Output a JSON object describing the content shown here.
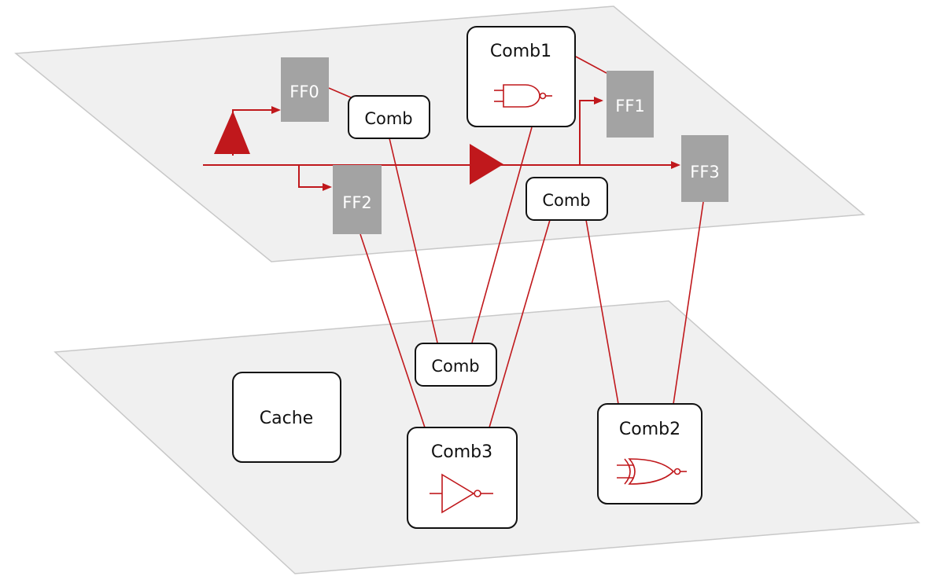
{
  "colors": {
    "wire": "#c0181c",
    "flipflop": "#a3a3a3",
    "plane_fill": "#f0f0f0",
    "plane_stroke": "#c8c8c8",
    "box_stroke": "#111111"
  },
  "top_layer": {
    "flipflops": [
      "FF0",
      "FF1",
      "FF2",
      "FF3"
    ],
    "comb_blocks": [
      "Comb",
      "Comb1",
      "Comb"
    ],
    "gate_icons": [
      "nand-gate-icon"
    ]
  },
  "bottom_layer": {
    "blocks": [
      "Comb",
      "Cache",
      "Comb3",
      "Comb2"
    ],
    "gate_icons": [
      "not-gate-icon",
      "xnor-gate-icon"
    ]
  },
  "clock_icons": [
    "clock-buffer-icon",
    "clock-buffer-icon"
  ]
}
